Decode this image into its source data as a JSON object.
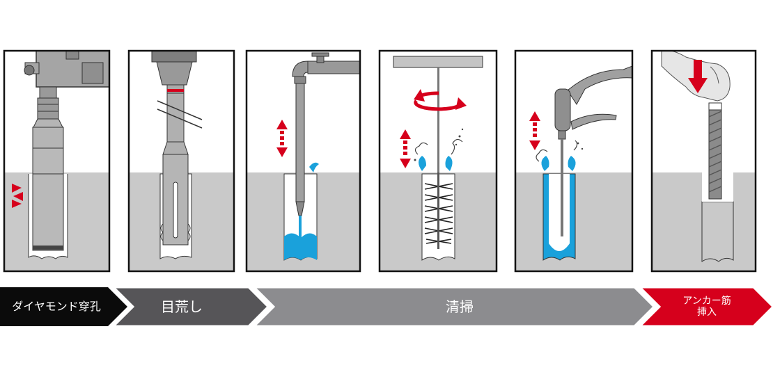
{
  "colors": {
    "black": "#0b0b0b",
    "dark_gray": "#565558",
    "mid_gray": "#8c8c8f",
    "red": "#d6001c",
    "water_blue": "#1aa1db",
    "concrete": "#c9c9c9",
    "tool_gray": "#a5a5a5"
  },
  "steps": [
    {
      "label": "ダイヤモンド穿孔",
      "panel_icon": "diamond-core-drill-icon"
    },
    {
      "label": "目荒し",
      "panel_icon": "roughening-tool-icon"
    },
    {
      "label": "清掃",
      "panel_icon": "water-faucet-flush-icon"
    },
    {
      "label": "清掃",
      "panel_icon": "rotating-brush-icon"
    },
    {
      "label": "清掃",
      "panel_icon": "air-water-blow-gun-icon"
    },
    {
      "label": "アンカー筋\n挿入",
      "panel_icon": "rebar-insertion-icon"
    }
  ],
  "process_bar": [
    {
      "label": "ダイヤモンド穿孔",
      "color": "#0b0b0b"
    },
    {
      "label": "目荒し",
      "color": "#565558"
    },
    {
      "label": "清掃",
      "color": "#8c8c8f"
    },
    {
      "label": "アンカー筋\n挿入",
      "color": "#d6001c"
    }
  ]
}
